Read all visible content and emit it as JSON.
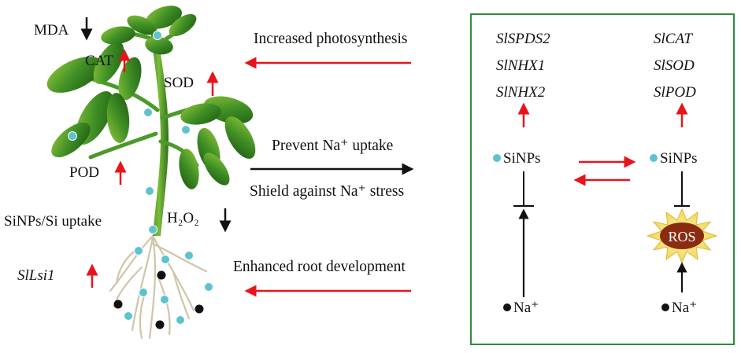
{
  "plant_labels": {
    "mda": "MDA",
    "cat": "CAT",
    "sod": "SOD",
    "pod": "POD",
    "h2o2": "H₂O₂",
    "uptake": "SiNPs/Si uptake",
    "slsi1": "SlLsi1"
  },
  "middle_labels": {
    "photosynthesis": "Increased photosynthesis",
    "prevent": "Prevent Na⁺ uptake",
    "shield": "Shield against Na⁺ stress",
    "root": "Enhanced root development"
  },
  "box": {
    "left_genes": [
      "SlSPDS2",
      "SlNHX1",
      "SlNHX2"
    ],
    "right_genes": [
      "SlCAT",
      "SlSOD",
      "SlPOD"
    ],
    "sinps_left": "SiNPs",
    "sinps_right": "SiNPs",
    "na_left": "Na⁺",
    "na_right": "Na⁺",
    "ros": "ROS"
  },
  "colors": {
    "up_arrow": "#e8141b",
    "down_arrow": "#111111",
    "box_border": "#2e8b3a",
    "sinp_dot": "#5ec3d0",
    "ros_burst": "#f5e27a",
    "ros_core": "#8b2c12",
    "leaf": "#2f7d1f"
  }
}
